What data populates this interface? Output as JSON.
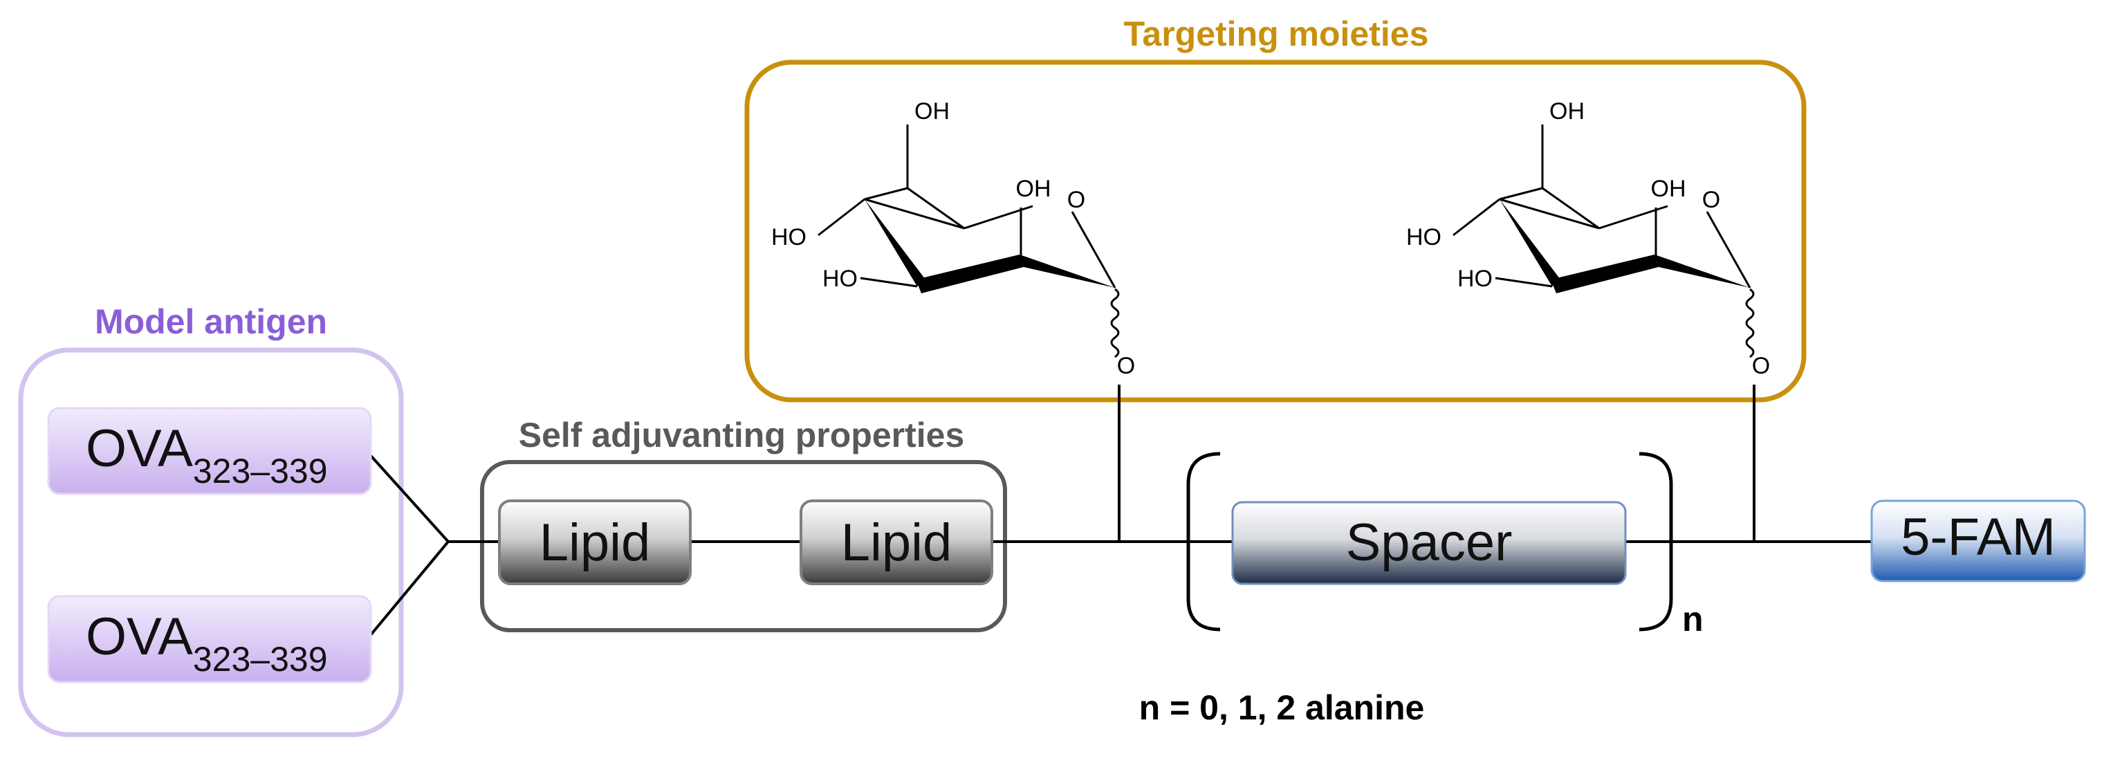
{
  "groups": {
    "antigen": {
      "title": "Model antigen",
      "color": "#8a5ed8",
      "border": "#d2c3f0"
    },
    "adjuvant": {
      "title": "Self adjuvanting properties",
      "color": "#595959",
      "border": "#595959"
    },
    "targeting": {
      "title": "Targeting moieties",
      "color": "#c8900e",
      "border": "#c8900e"
    }
  },
  "antigen_boxes": [
    {
      "text": "OVA",
      "subscript": "323–339"
    },
    {
      "text": "OVA",
      "subscript": "323–339"
    }
  ],
  "lipids": [
    {
      "label": "Lipid"
    },
    {
      "label": "Lipid"
    }
  ],
  "spacer": {
    "label": "Spacer",
    "repeat": "n"
  },
  "fluorophore": {
    "label": "5-FAM"
  },
  "note": "n = 0, 1, 2 alanine",
  "sugar": {
    "oh1": "OH",
    "oh2": "OH",
    "ho3": "HO",
    "ho4": "HO",
    "ring_o": "O",
    "link_o": "O"
  },
  "colors": {
    "line": "#000000",
    "antigen_fill_top": "#f3ecfd",
    "antigen_fill_bottom": "#c8b0ee",
    "lipid_fill_top": "#ffffff",
    "lipid_fill_bottom": "#3a3a3a",
    "spacer_fill_bottom": "#1e2c44",
    "fam_fill_bottom": "#1f5bb0"
  }
}
